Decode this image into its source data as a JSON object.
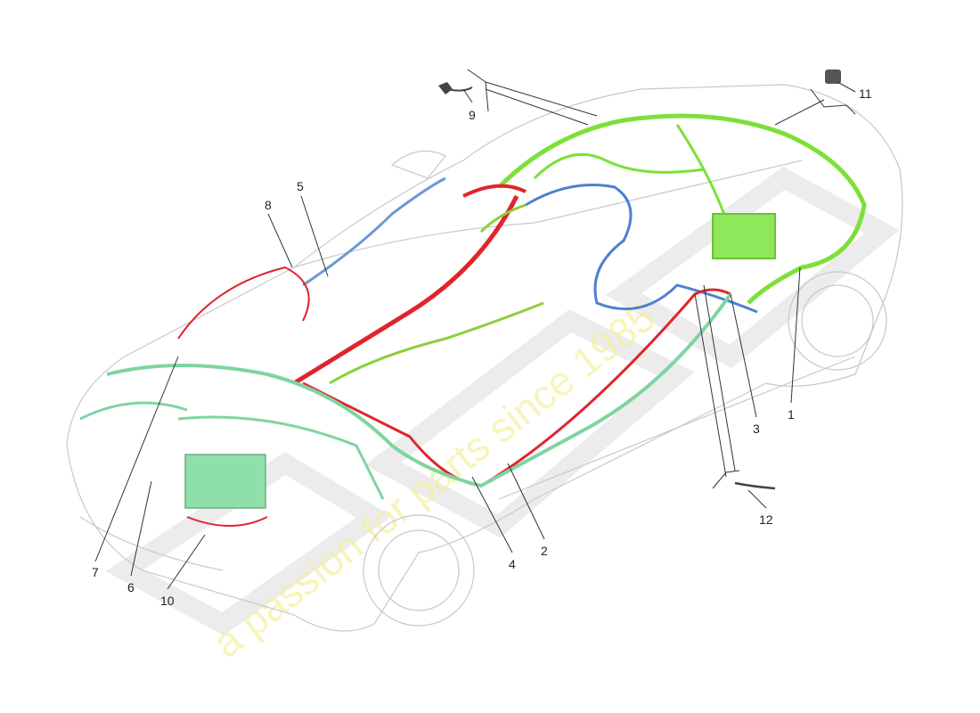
{
  "diagram": {
    "callouts": [
      "1",
      "2",
      "3",
      "4",
      "5",
      "6",
      "7",
      "8",
      "9",
      "10",
      "11",
      "12"
    ],
    "watermark": "a passion for parts since 1985",
    "colors": {
      "harness_green": "#7de03a",
      "harness_red": "#e0242c",
      "harness_blue": "#4f7fd0",
      "harness_mint": "#7fd4a0",
      "outline": "#c8c8c8"
    }
  }
}
